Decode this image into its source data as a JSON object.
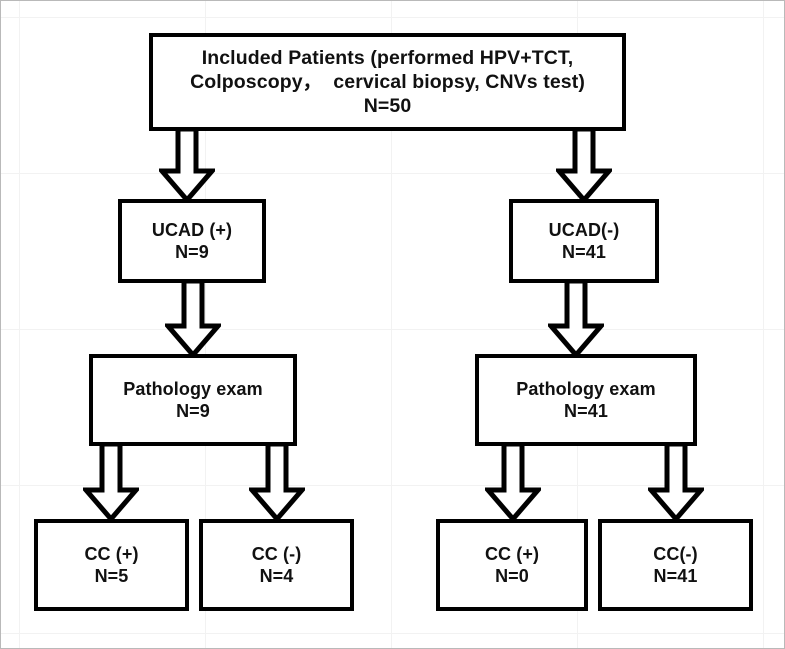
{
  "figure": {
    "type": "flowchart",
    "orientation": "top-down",
    "title": "",
    "background_color": "#ffffff",
    "line_color": "#000000",
    "frame_color": "#b9b9b9"
  },
  "nodes": {
    "included": {
      "id": "included-patients",
      "line1": "Included Patients (performed HPV+TCT,",
      "line2": "Colposcopy，  cervical biopsy, CNVs test)",
      "line3": "N=50",
      "count": 50
    },
    "ucad_positive": {
      "id": "ucad-positive",
      "line1": "UCAD (+)",
      "line2": "N=9",
      "count": 9
    },
    "ucad_negative": {
      "id": "ucad-negative",
      "line1": "UCAD(-)",
      "line2": "N=41",
      "count": 41
    },
    "pathology_left": {
      "id": "pathology-exam-ucad-positive",
      "line1": "Pathology exam",
      "line2": "N=9",
      "count": 9
    },
    "pathology_right": {
      "id": "pathology-exam-ucad-negative",
      "line1": "Pathology exam",
      "line2": "N=41",
      "count": 41
    },
    "cc_positive_left": {
      "id": "cc-positive-ucad-positive",
      "line1": "CC (+)",
      "line2": "N=5",
      "count": 5
    },
    "cc_negative_left": {
      "id": "cc-negative-ucad-positive",
      "line1": "CC (-)",
      "line2": "N=4",
      "count": 4
    },
    "cc_positive_right": {
      "id": "cc-positive-ucad-negative",
      "line1": "CC (+)",
      "line2": "N=0",
      "count": 0
    },
    "cc_negative_right": {
      "id": "cc-negative-ucad-negative",
      "line1": "CC(-)",
      "line2": "N=41",
      "count": 41
    }
  },
  "edges": [
    {
      "from": "included-patients",
      "to": "ucad-positive",
      "style": "hollow-block-arrow"
    },
    {
      "from": "included-patients",
      "to": "ucad-negative",
      "style": "hollow-block-arrow"
    },
    {
      "from": "ucad-positive",
      "to": "pathology-exam-ucad-positive",
      "style": "hollow-block-arrow"
    },
    {
      "from": "ucad-negative",
      "to": "pathology-exam-ucad-negative",
      "style": "hollow-block-arrow"
    },
    {
      "from": "pathology-exam-ucad-positive",
      "to": "cc-positive-ucad-positive",
      "style": "hollow-block-arrow"
    },
    {
      "from": "pathology-exam-ucad-positive",
      "to": "cc-negative-ucad-positive",
      "style": "hollow-block-arrow"
    },
    {
      "from": "pathology-exam-ucad-negative",
      "to": "cc-positive-ucad-negative",
      "style": "hollow-block-arrow"
    },
    {
      "from": "pathology-exam-ucad-negative",
      "to": "cc-negative-ucad-negative",
      "style": "hollow-block-arrow"
    }
  ]
}
